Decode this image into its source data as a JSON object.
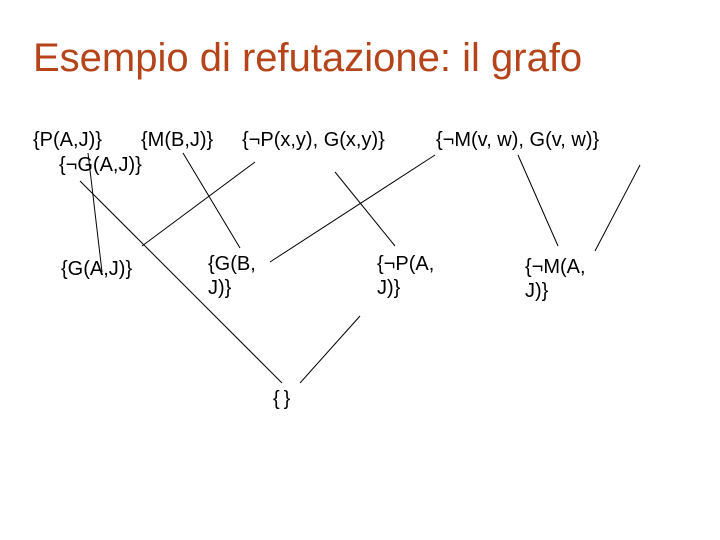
{
  "title": "Esempio di refutazione: il grafo",
  "clauses": {
    "c1": "{P(A,J)}",
    "c2": "{M(B,J)}",
    "c3": "{¬P(x,y), G(x,y)}",
    "c4": "{¬M(v, w), G(v, w)}",
    "c5": "{¬G(A,J)}"
  },
  "resolvents": {
    "r1": "{G(A,J)}",
    "r2_line1": "{G(B,",
    "r2_line2": "J)}",
    "r3_line1": "{¬P(A,",
    "r3_line2": "J)}",
    "r4_line1": "{¬M(A,",
    "r4_line2": "J)}",
    "empty": "{}"
  }
}
